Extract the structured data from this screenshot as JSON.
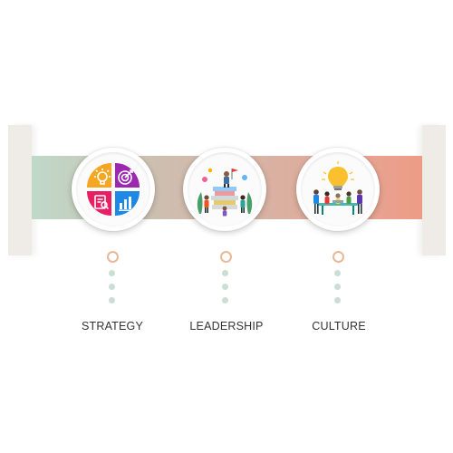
{
  "colors": {
    "band_start": "#bfd9c8",
    "band_end": "#ee9b86",
    "ring": "#e7b996",
    "dots": "#c9dfd3",
    "panel": "#efebe7",
    "strategy_quadrants": [
      "#f6a623",
      "#9c27b0",
      "#e91e63",
      "#1e88e5"
    ]
  },
  "steps": [
    {
      "label": "STRATEGY",
      "icon": "strategy-quadrant-icon"
    },
    {
      "label": "LEADERSHIP",
      "icon": "leadership-team-illustration"
    },
    {
      "label": "CULTURE",
      "icon": "culture-teamwork-lightbulb-illustration"
    }
  ]
}
